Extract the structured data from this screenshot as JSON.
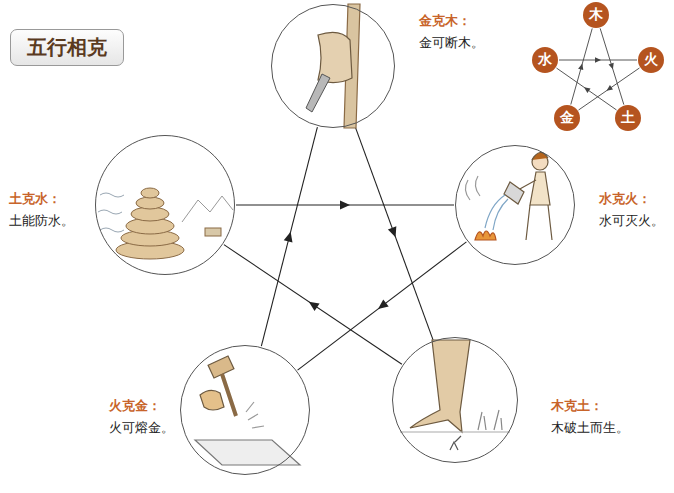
{
  "diagram": {
    "title": "五行相克",
    "nodes": [
      {
        "text": [
          "金克木：",
          "金可断木。"
        ]
      },
      {
        "text": [
          "木"
        ]
      },
      {
        "text": [
          "水"
        ]
      },
      {
        "text": [
          "火"
        ]
      },
      {
        "text": [
          "金"
        ]
      },
      {
        "text": [
          "土"
        ]
      },
      {
        "text": [
          "土克水：",
          "土能防水。"
        ]
      },
      {
        "text": [
          "水克火：",
          "水可灭火。"
        ]
      },
      {
        "text": [
          "火克金：",
          "火可熔金。"
        ]
      },
      {
        "text": [
          "木克土：",
          "木破土而生。"
        ]
      }
    ],
    "edges": [
      {
        "from": 6,
        "to": 7,
        "arrow": "to"
      },
      {
        "from": 7,
        "to": 8,
        "arrow": "to"
      },
      {
        "from": 8,
        "to": 0,
        "arrow": "to"
      },
      {
        "from": 0,
        "to": 9,
        "arrow": "to"
      },
      {
        "from": 9,
        "to": 6,
        "arrow": "to"
      },
      {
        "from": 2,
        "to": 3,
        "arrow": "to"
      },
      {
        "from": 3,
        "to": 4,
        "arrow": "to"
      },
      {
        "from": 4,
        "to": 1,
        "arrow": "to"
      },
      {
        "from": 1,
        "to": 5,
        "arrow": "to"
      },
      {
        "from": 5,
        "to": 2,
        "arrow": "to"
      }
    ]
  }
}
